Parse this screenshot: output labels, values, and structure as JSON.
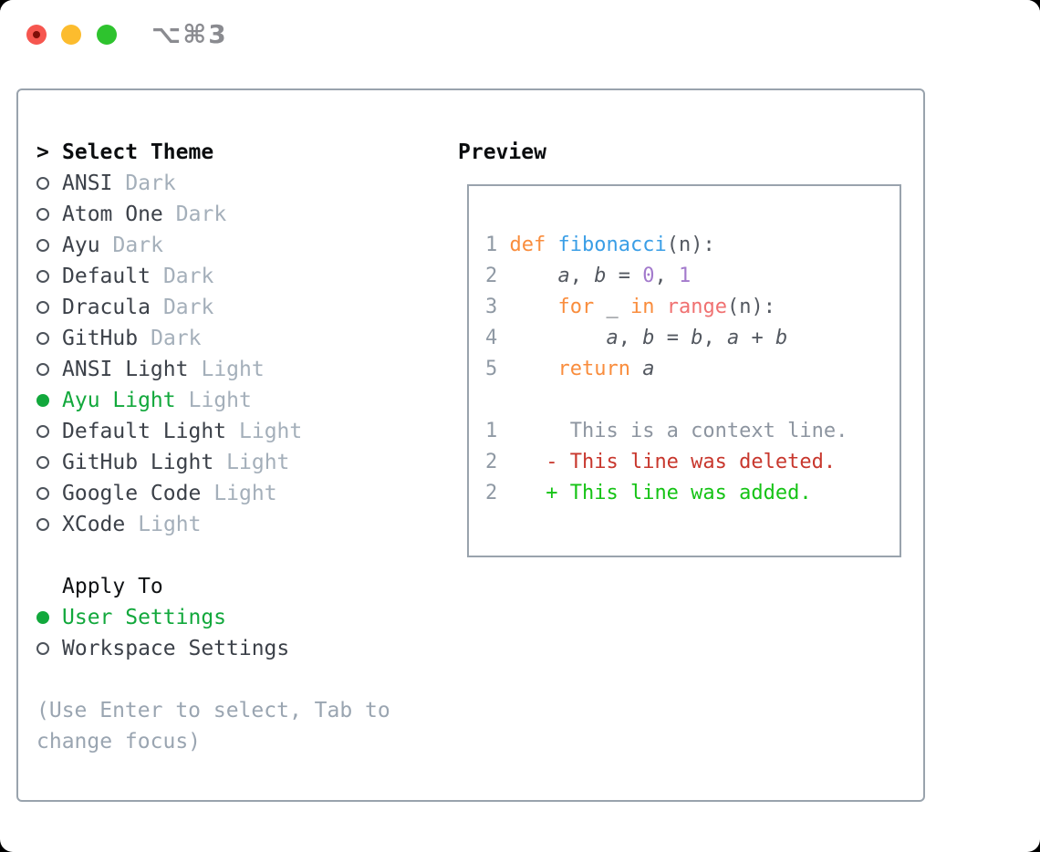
{
  "window": {
    "shortcut_label": "⌥⌘3",
    "traffic_light_colors": {
      "close": "#f6564f",
      "close_inner_dot": "#7f0e08",
      "minimize": "#fcbc2e",
      "zoom": "#2ec32e"
    }
  },
  "theme_selector": {
    "prompt_marker": ">",
    "title": "Select Theme",
    "selection_color": "#12a83c",
    "items": [
      {
        "name": "ANSI",
        "variant": "Dark",
        "selected": false
      },
      {
        "name": "Atom One",
        "variant": "Dark",
        "selected": false
      },
      {
        "name": "Ayu",
        "variant": "Dark",
        "selected": false
      },
      {
        "name": "Default",
        "variant": "Dark",
        "selected": false
      },
      {
        "name": "Dracula",
        "variant": "Dark",
        "selected": false
      },
      {
        "name": "GitHub",
        "variant": "Dark",
        "selected": false
      },
      {
        "name": "ANSI Light",
        "variant": "Light",
        "selected": false
      },
      {
        "name": "Ayu Light",
        "variant": "Light",
        "selected": true
      },
      {
        "name": "Default Light",
        "variant": "Light",
        "selected": false
      },
      {
        "name": "GitHub Light",
        "variant": "Light",
        "selected": false
      },
      {
        "name": "Google Code",
        "variant": "Light",
        "selected": false
      },
      {
        "name": "XCode",
        "variant": "Light",
        "selected": false
      }
    ]
  },
  "apply_to": {
    "title": "Apply To",
    "options": [
      {
        "name": "User Settings",
        "selected": true
      },
      {
        "name": "Workspace Settings",
        "selected": false
      }
    ]
  },
  "help_text": "(Use Enter to select, Tab to change focus)",
  "preview": {
    "title": "Preview",
    "colors": {
      "lineno": "#8f99a4",
      "plain": "#535860",
      "keyword": "#f98d3d",
      "function": "#3a9ee6",
      "call": "#f07171",
      "number": "#a37acc",
      "variable": "#535860",
      "context": "#8d95a0",
      "deleted": "#c8372d",
      "added": "#15c315"
    },
    "lines": [
      {
        "tokens": [
          {
            "t": "1 ",
            "c": "lineno"
          },
          {
            "t": "def ",
            "c": "keyword"
          },
          {
            "t": "fibonacci",
            "c": "function"
          },
          {
            "t": "(n):",
            "c": "plain"
          }
        ]
      },
      {
        "tokens": [
          {
            "t": "2 ",
            "c": "lineno"
          },
          {
            "t": "    ",
            "c": "plain"
          },
          {
            "t": "a",
            "c": "variable"
          },
          {
            "t": ", ",
            "c": "plain"
          },
          {
            "t": "b",
            "c": "variable"
          },
          {
            "t": " = ",
            "c": "plain"
          },
          {
            "t": "0",
            "c": "number"
          },
          {
            "t": ", ",
            "c": "plain"
          },
          {
            "t": "1",
            "c": "number"
          }
        ]
      },
      {
        "tokens": [
          {
            "t": "3 ",
            "c": "lineno"
          },
          {
            "t": "    ",
            "c": "plain"
          },
          {
            "t": "for",
            "c": "keyword"
          },
          {
            "t": " _ ",
            "c": "plain"
          },
          {
            "t": "in",
            "c": "keyword"
          },
          {
            "t": " ",
            "c": "plain"
          },
          {
            "t": "range",
            "c": "call"
          },
          {
            "t": "(n):",
            "c": "plain"
          }
        ]
      },
      {
        "tokens": [
          {
            "t": "4 ",
            "c": "lineno"
          },
          {
            "t": "        ",
            "c": "plain"
          },
          {
            "t": "a",
            "c": "variable"
          },
          {
            "t": ", ",
            "c": "plain"
          },
          {
            "t": "b",
            "c": "variable"
          },
          {
            "t": " = ",
            "c": "plain"
          },
          {
            "t": "b",
            "c": "variable"
          },
          {
            "t": ", ",
            "c": "plain"
          },
          {
            "t": "a",
            "c": "variable"
          },
          {
            "t": " + ",
            "c": "plain"
          },
          {
            "t": "b",
            "c": "variable"
          }
        ]
      },
      {
        "tokens": [
          {
            "t": "5 ",
            "c": "lineno"
          },
          {
            "t": "    ",
            "c": "plain"
          },
          {
            "t": "return",
            "c": "keyword"
          },
          {
            "t": " ",
            "c": "plain"
          },
          {
            "t": "a",
            "c": "variable"
          }
        ]
      },
      {
        "tokens": []
      },
      {
        "tokens": [
          {
            "t": "1",
            "c": "lineno"
          },
          {
            "t": "      This is a context line.",
            "c": "context"
          }
        ]
      },
      {
        "tokens": [
          {
            "t": "2",
            "c": "lineno"
          },
          {
            "t": "    ",
            "c": "plain"
          },
          {
            "t": "- This line was deleted.",
            "c": "deleted"
          }
        ]
      },
      {
        "tokens": [
          {
            "t": "2",
            "c": "lineno"
          },
          {
            "t": "    ",
            "c": "plain"
          },
          {
            "t": "+ This line was added.",
            "c": "added"
          }
        ]
      }
    ]
  }
}
